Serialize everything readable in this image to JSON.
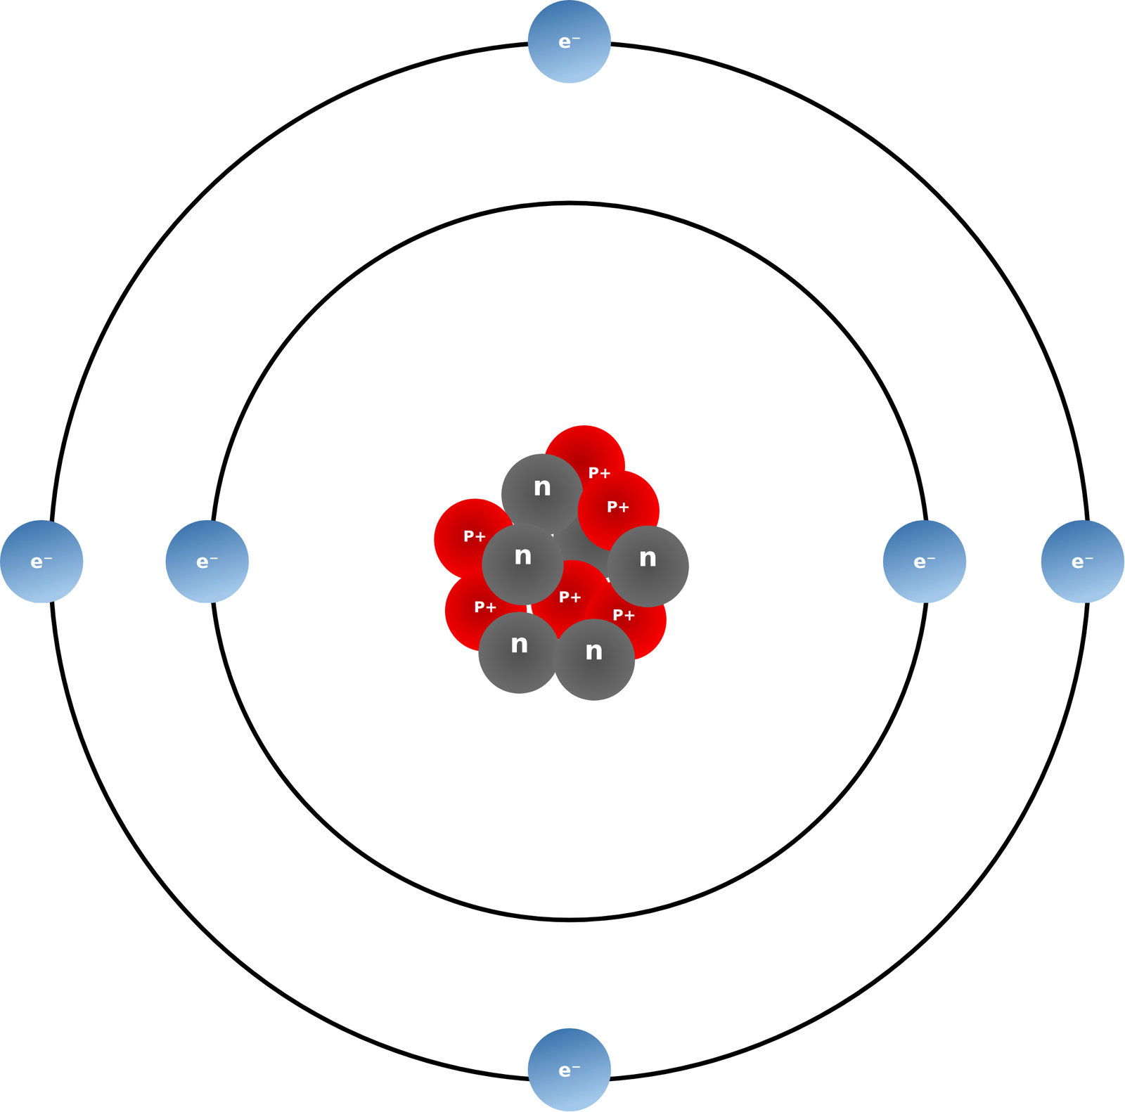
{
  "diagram": {
    "nodes": [
      {
        "text": [
          "e⁻"
        ]
      },
      {
        "text": [
          "e⁻"
        ]
      },
      {
        "text": [
          "e⁻"
        ]
      },
      {
        "text": [
          "e⁻"
        ]
      },
      {
        "text": [
          "e⁻"
        ]
      },
      {
        "text": [
          "e⁻"
        ]
      },
      {
        "text": [
          "P+"
        ]
      },
      {
        "text": [
          "n"
        ]
      },
      {
        "text": [
          "P+"
        ]
      },
      {
        "text": [
          "P+"
        ]
      },
      {
        "text": [
          "P+"
        ]
      },
      {
        "text": [
          "P+"
        ]
      },
      {
        "text": [
          "P+"
        ]
      },
      {
        "text": [
          "n"
        ]
      },
      {
        "text": [
          "n"
        ]
      },
      {
        "text": [
          "n"
        ]
      },
      {
        "text": [
          "n"
        ]
      }
    ]
  }
}
